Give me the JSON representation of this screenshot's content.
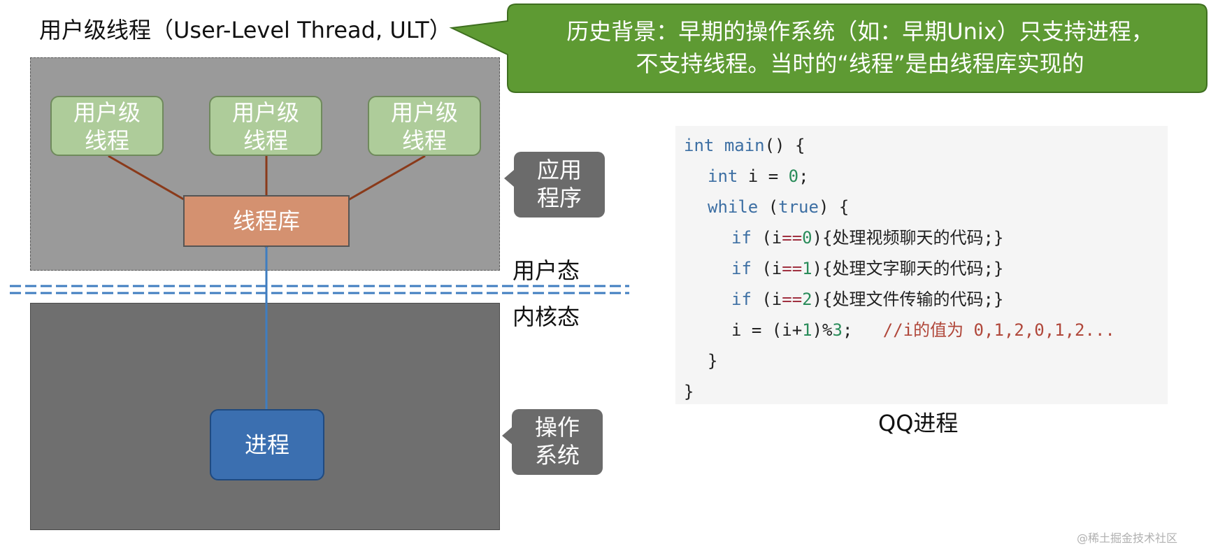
{
  "title": "用户级线程（User-Level Thread, ULT）",
  "callout": {
    "line1": "历史背景：早期的操作系统（如：早期Unix）只支持进程，",
    "line2": "不支持线程。当时的“线程”是由线程库实现的"
  },
  "diagram": {
    "ult_label_line1": "用户级",
    "ult_label_line2": "线程",
    "thread_library": "线程库",
    "process": "进程",
    "app_bubble_line1": "应用",
    "app_bubble_line2": "程序",
    "os_bubble_line1": "操作",
    "os_bubble_line2": "系统",
    "user_mode": "用户态",
    "kernel_mode": "内核态"
  },
  "code": {
    "l1_kw": "int",
    "l1_fn": "main",
    "l1_rest": "() {",
    "l2_kw": "int",
    "l2_mid": " i = ",
    "l2_num": "0",
    "l2_end": ";",
    "l3_kw": "while",
    "l3_open": " (",
    "l3_true": "true",
    "l3_close": ") {",
    "l4_kw": "if",
    "l4_open": " (i",
    "l4_op": "==",
    "l4_num": "0",
    "l4_body": "){处理视频聊天的代码;}",
    "l5_kw": "if",
    "l5_open": " (i",
    "l5_op": "==",
    "l5_num": "1",
    "l5_body": "){处理文字聊天的代码;}",
    "l6_kw": "if",
    "l6_open": " (i",
    "l6_op": "==",
    "l6_num": "2",
    "l6_body": "){处理文件传输的代码;}",
    "l7_a": "i = (i+",
    "l7_num": "1",
    "l7_b": ")%",
    "l7_num2": "3",
    "l7_c": ";   ",
    "l7_comment": "//i的值为 0,1,2,0,1,2...",
    "l8": "}",
    "l9": "}"
  },
  "code_caption": "QQ进程",
  "watermark": "@稀土掘金技术社区",
  "colors": {
    "callout_bg": "#5e9a33",
    "ult_box": "#aecc9a",
    "thread_library": "#d49170",
    "process": "#3b6fb0",
    "connector": "#8a3a1a",
    "kernel_link": "#3f7dc0",
    "mode_divider": "#3f7dc0"
  }
}
